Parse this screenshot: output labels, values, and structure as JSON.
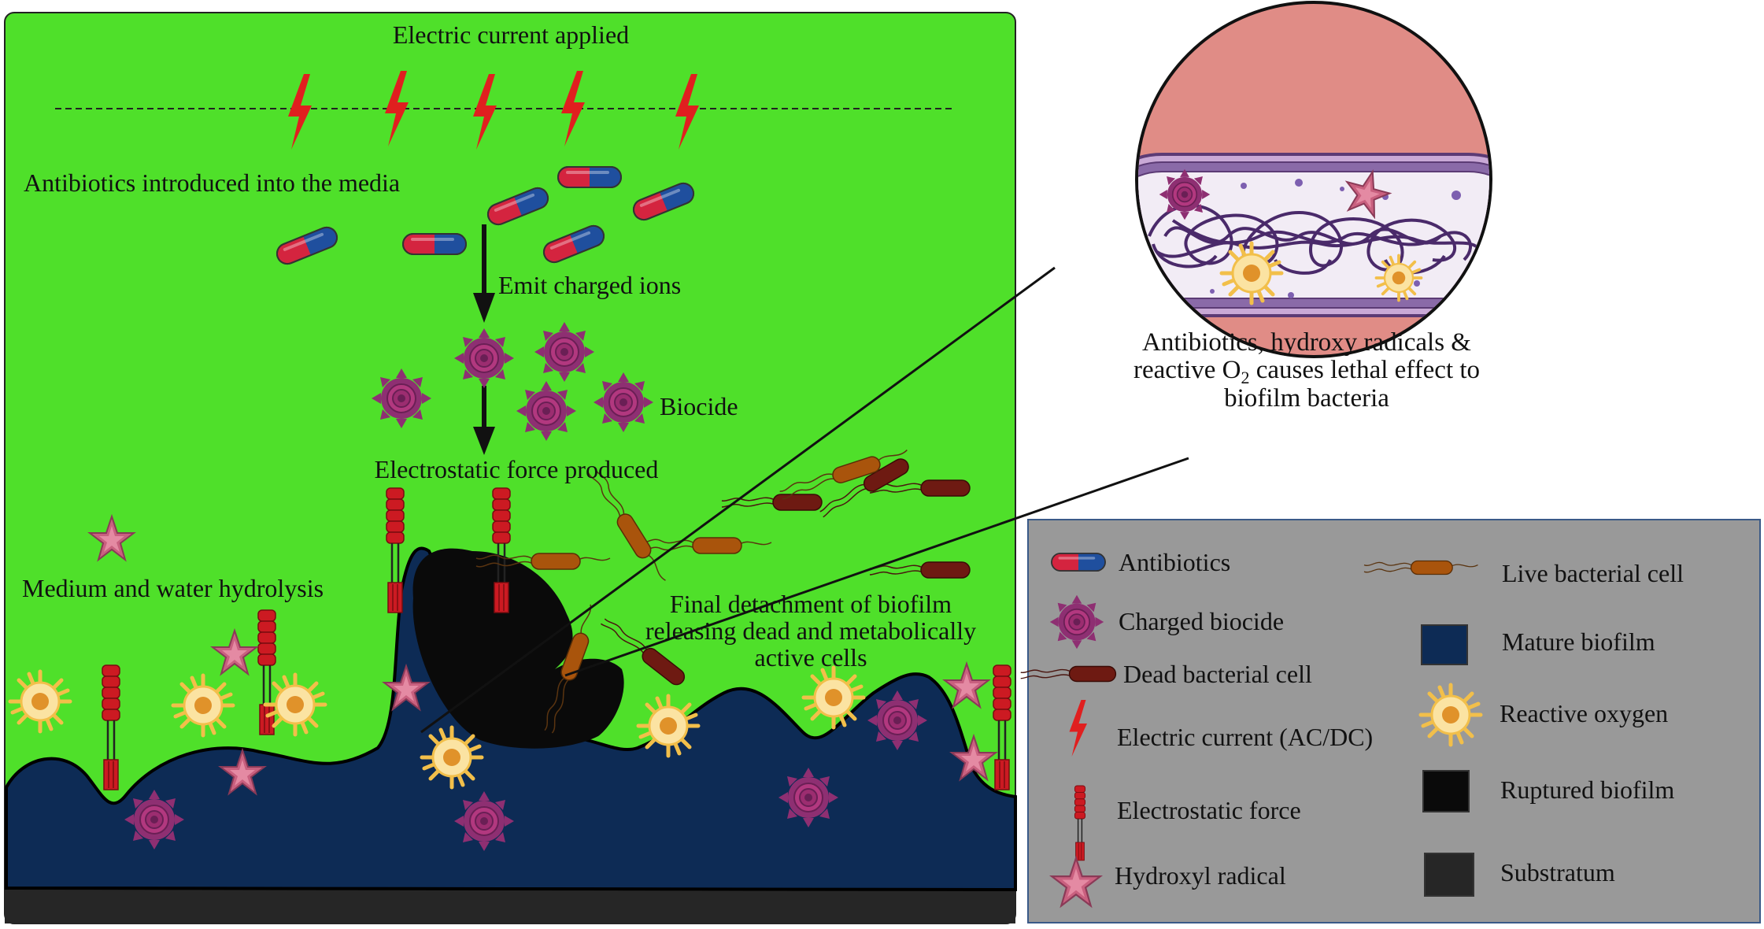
{
  "panel": {
    "title": "Electric current applied",
    "step_antibiotics": "Antibiotics introduced into the media",
    "step_ions": "Emit charged ions",
    "step_biocide": "Biocide",
    "step_force": "Electrostatic force produced",
    "step_hydrolysis": "Medium and water hydrolysis",
    "step_detach_line1": "Final detachment of biofilm",
    "step_detach_line2": "releasing dead and metabolically",
    "step_detach_line3": "active cells"
  },
  "zoom": {
    "caption_line1": "Antibiotics, hydroxy radicals &",
    "caption_line2_pre": "reactive O",
    "caption_line2_sub": "2",
    "caption_line2_post": " causes lethal effect to",
    "caption_line3": "biofilm bacteria"
  },
  "legend": {
    "antibiotics": "Antibiotics",
    "charged_biocide": "Charged biocide",
    "dead_cell": "Dead bacterial cell",
    "electric_current": "Electric current (AC/DC)",
    "electrostatic_force": "Electrostatic force",
    "hydroxyl_radical": "Hydroxyl radical",
    "live_cell": "Live bacterial cell",
    "mature_biofilm": "Mature biofilm",
    "reactive_oxygen": "Reactive oxygen",
    "ruptured_biofilm": "Ruptured biofilm",
    "substratum": "Substratum"
  },
  "colors": {
    "medium": "#4fe02a",
    "biofilm": "#0d2b55",
    "ruptured": "#0a0a0a",
    "substratum": "#262626",
    "zoom_bg": "#e08c86",
    "legend_bg": "#999999",
    "antibiotic_red": "#d4243f",
    "antibiotic_blue": "#1f4f9e",
    "biocide": "#8e2f72",
    "dead_cell": "#6e1a12",
    "live_cell": "#a9540c",
    "reactive_oxygen": "#f4c454",
    "hydroxyl": "#c9607f",
    "lightning": "#e01f1f",
    "electrostatic": "#cc1a22"
  }
}
